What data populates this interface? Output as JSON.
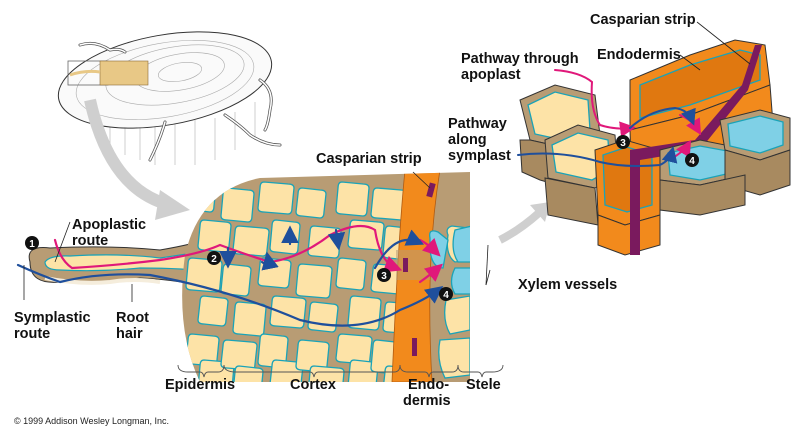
{
  "colors": {
    "cell_wall": "#b89c74",
    "cytoplasm": "#fde3a7",
    "membrane": "#1aa3b8",
    "endodermis": "#f28a1c",
    "endodermis_dark": "#e07810",
    "casparian": "#7a1a5e",
    "xylem": "#7fd0e6",
    "apoplast_route": "#e0187a",
    "symplast_route": "#1f4f9c",
    "arrow_gray": "#cfcfcf"
  },
  "labels": {
    "apoplastic_route": [
      "Apoplastic",
      "route"
    ],
    "symplastic_route": [
      "Symplastic",
      "route"
    ],
    "root_hair": [
      "Root",
      "hair"
    ],
    "casparian_strip_main": "Casparian strip",
    "xylem_vessels": "Xylem vessels",
    "pathway_apoplast": [
      "Pathway through",
      "apoplast"
    ],
    "pathway_symplast": [
      "Pathway",
      "along",
      "symplast"
    ],
    "endodermis_3d": "Endodermis",
    "casparian_strip_3d": "Casparian strip"
  },
  "regions": {
    "epidermis": "Epidermis",
    "cortex": "Cortex",
    "endodermis": [
      "Endo-",
      "dermis"
    ],
    "stele": "Stele"
  },
  "steps": [
    "1",
    "2",
    "3",
    "4"
  ],
  "copyright": "© 1999 Addison Wesley Longman, Inc."
}
